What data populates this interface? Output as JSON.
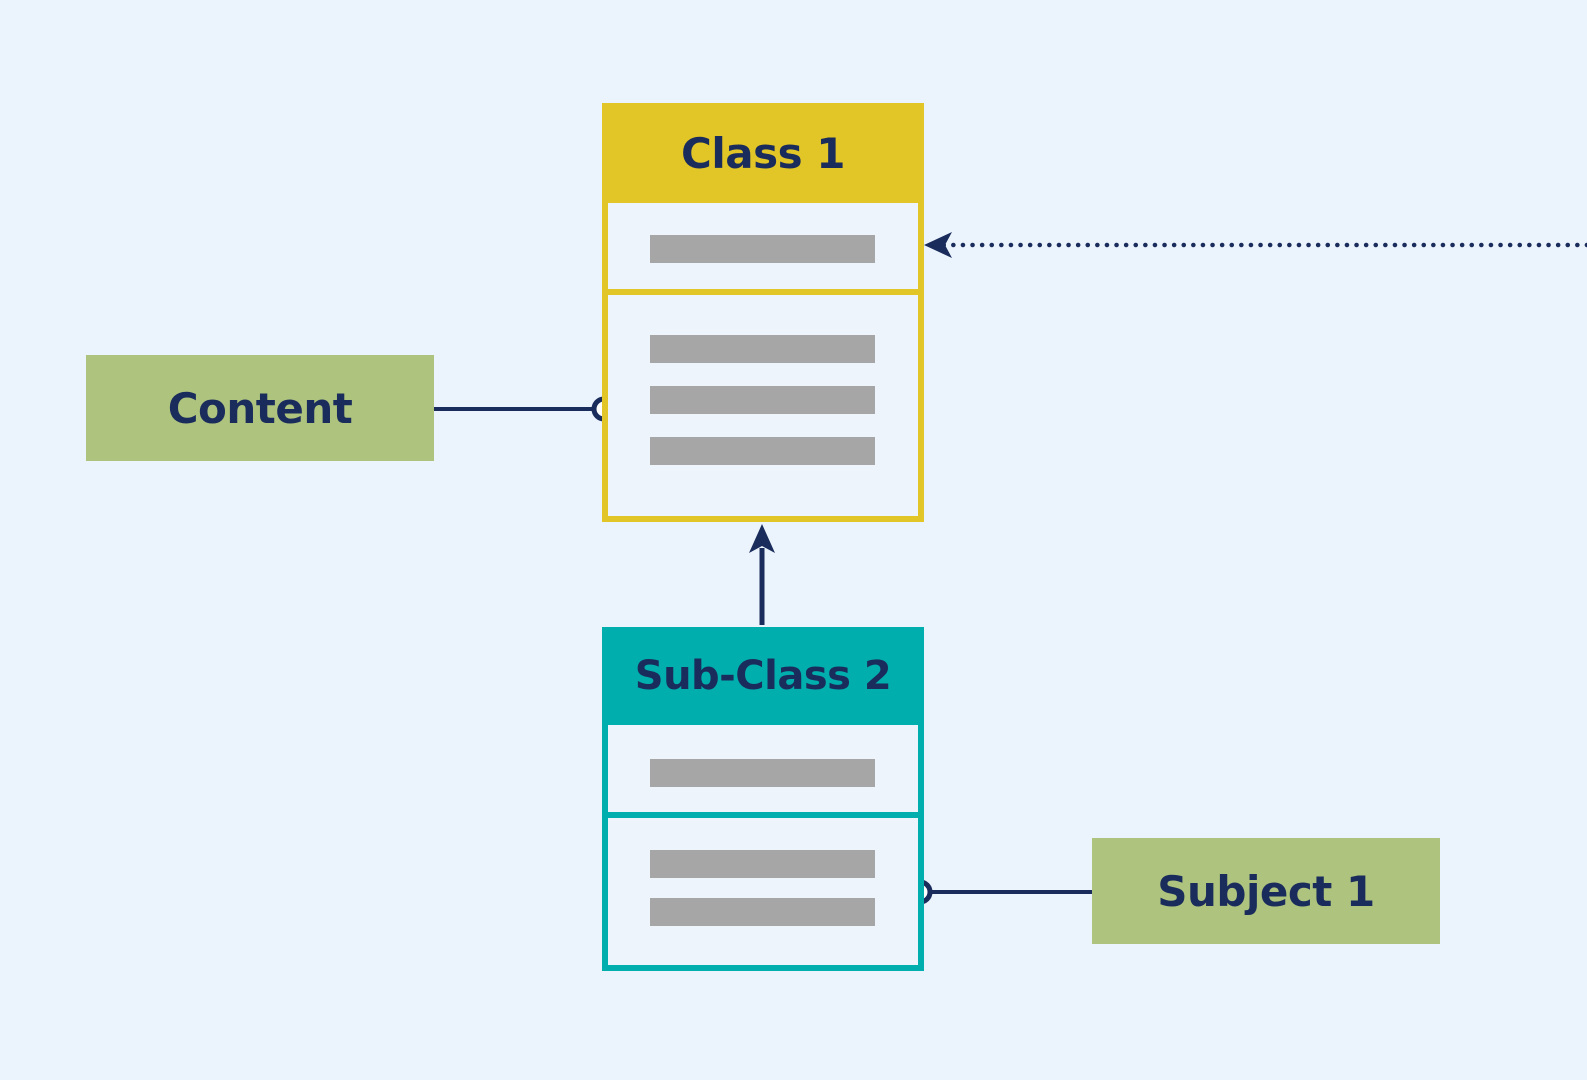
{
  "diagram": {
    "classes": [
      {
        "id": "class1",
        "title": "Class 1",
        "colors": {
          "accent": "#E2C526"
        },
        "attribute_rows": 1,
        "method_rows": 3
      },
      {
        "id": "subclass2",
        "title": "Sub-Class 2",
        "colors": {
          "accent": "#00AEAD"
        },
        "attribute_rows": 1,
        "method_rows": 2
      }
    ],
    "labels": {
      "content": "Content",
      "subject": "Subject 1"
    },
    "relationships": [
      {
        "from": "subclass2",
        "to": "class1",
        "type": "inheritance"
      },
      {
        "from": "content",
        "to": "class1",
        "type": "association"
      },
      {
        "from": "subject1",
        "to": "subclass2",
        "type": "association"
      },
      {
        "from": "offscreen-right",
        "to": "class1",
        "type": "dependency"
      }
    ],
    "colors": {
      "background": "#EBF3FD",
      "line": "#1A2C5B",
      "label_fill": "#AEC37E",
      "placeholder": "#A6A6A6"
    }
  }
}
